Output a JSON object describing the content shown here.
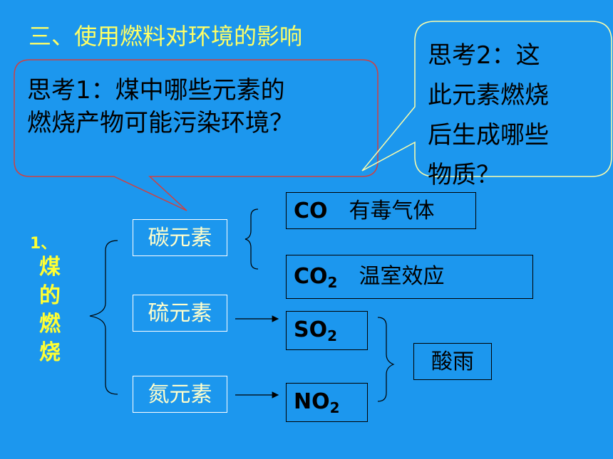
{
  "title": "三、使用燃料对环境的影响",
  "question1": {
    "line1": "思考1：煤中哪些元素的",
    "line2": "燃烧产物可能污染环境？"
  },
  "question2": {
    "line1": "思考2：这",
    "line2": "此元素燃烧",
    "line3": "后生成哪些",
    "line4": "物质？"
  },
  "side_label": {
    "number": "1、",
    "chars": [
      "煤",
      "的",
      "燃",
      "烧"
    ]
  },
  "elements": {
    "carbon": "碳元素",
    "sulfur": "硫元素",
    "nitrogen": "氮元素"
  },
  "products": {
    "co": {
      "formula": "CO",
      "desc": "有毒气体"
    },
    "co2": {
      "formula": "CO",
      "sub": "2",
      "desc": "温室效应"
    },
    "so2": {
      "formula": "SO",
      "sub": "2"
    },
    "no2": {
      "formula": "NO",
      "sub": "2"
    }
  },
  "result": "酸雨",
  "colors": {
    "background": "#1c97ee",
    "title": "#ffff66",
    "side_label": "#ffff33"
  }
}
